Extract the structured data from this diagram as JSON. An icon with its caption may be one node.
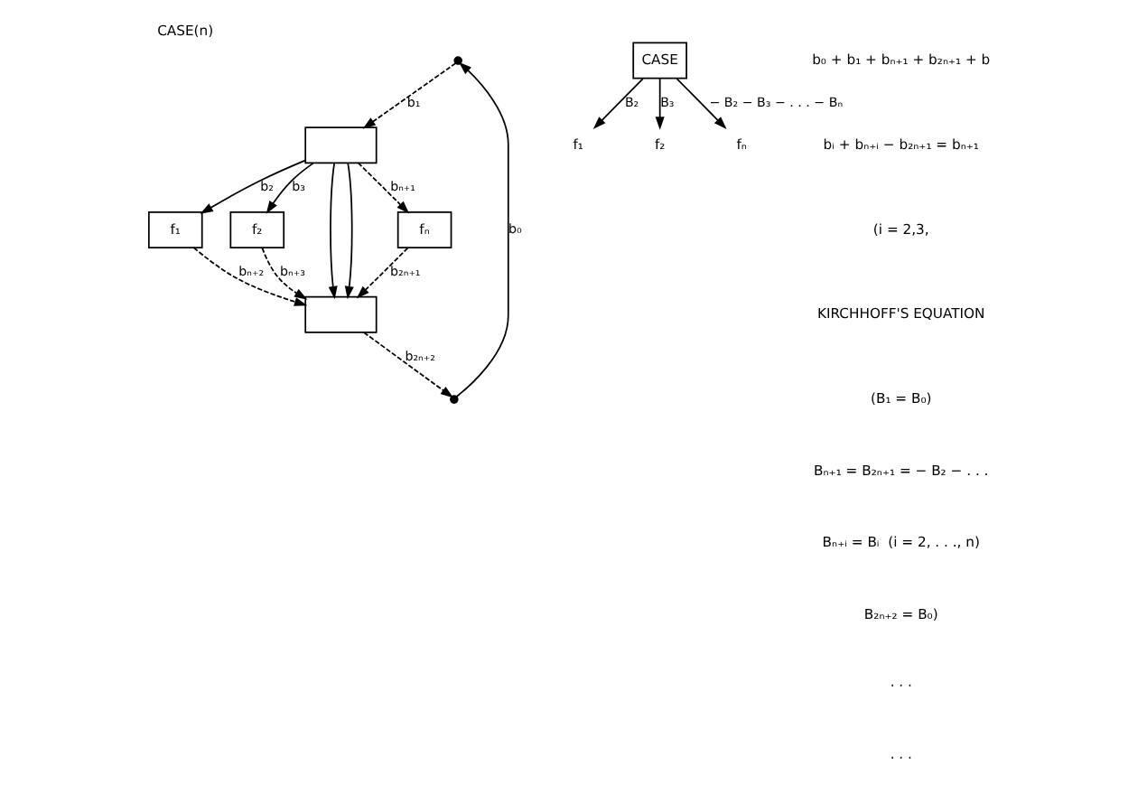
{
  "diagram": {
    "title": "CASE(n)",
    "nodes": [
      {
        "text": [],
        "shape": "circle"
      },
      {
        "text": [],
        "shape": "box"
      },
      {
        "text": [
          "f₁"
        ]
      },
      {
        "text": [
          "f₂"
        ]
      },
      {
        "text": [
          "fₙ"
        ]
      },
      {
        "text": [],
        "shape": "box"
      },
      {
        "text": [],
        "shape": "circle"
      },
      {
        "text": [
          "CASE"
        ]
      },
      {
        "text": [
          "f₁"
        ]
      },
      {
        "text": [
          "f₂"
        ]
      },
      {
        "text": [
          "fₙ"
        ]
      }
    ],
    "edges": [
      {
        "from": 0,
        "to": 1,
        "arrow": "to",
        "label": "b₁",
        "style": "dashed"
      },
      {
        "from": 6,
        "to": 0,
        "arrow": "to",
        "label": "b₀"
      },
      {
        "from": 1,
        "to": 2,
        "arrow": "to",
        "label": "b₂"
      },
      {
        "from": 1,
        "to": 3,
        "arrow": "to",
        "label": "b₃"
      },
      {
        "from": 1,
        "to": 5,
        "arrow": "to"
      },
      {
        "from": 1,
        "to": 5,
        "arrow": "to"
      },
      {
        "from": 1,
        "to": 4,
        "arrow": "to",
        "label": "bₙ₊₁",
        "style": "dashed"
      },
      {
        "from": 2,
        "to": 5,
        "arrow": "to",
        "label": "bₙ₊₂",
        "style": "dashed"
      },
      {
        "from": 3,
        "to": 5,
        "arrow": "to",
        "label": "bₙ₊₃",
        "style": "dashed"
      },
      {
        "from": 4,
        "to": 5,
        "arrow": "to",
        "label": "b₂ₙ₊₁",
        "style": "dashed"
      },
      {
        "from": 5,
        "to": 6,
        "arrow": "to",
        "label": "b₂ₙ₊₂",
        "style": "dashed"
      },
      {
        "from": 7,
        "to": 8,
        "arrow": "to",
        "label": "B₂"
      },
      {
        "from": 7,
        "to": 9,
        "arrow": "to",
        "label": "B₃"
      },
      {
        "from": 7,
        "to": 10,
        "arrow": "to",
        "label": "− B₂ − B₃ − . . . − Bₙ"
      }
    ],
    "labels": [
      "b₀ + b₁ + bₙ₊₁ + b₂ₙ₊₁ + b",
      "bᵢ + bₙ₊ᵢ − b₂ₙ₊₁ = bₙ₊₁",
      "(i = 2,3,",
      "KIRCHHOFF'S EQUATION",
      "(B₁ = B₀)",
      "Bₙ₊₁ = B₂ₙ₊₁ = − B₂ − . . .",
      "Bₙ₊ᵢ = Bᵢ  (i = 2, . . ., n)",
      "B₂ₙ₊₂ = B₀)",
      "· · ·",
      "· · ·"
    ]
  }
}
